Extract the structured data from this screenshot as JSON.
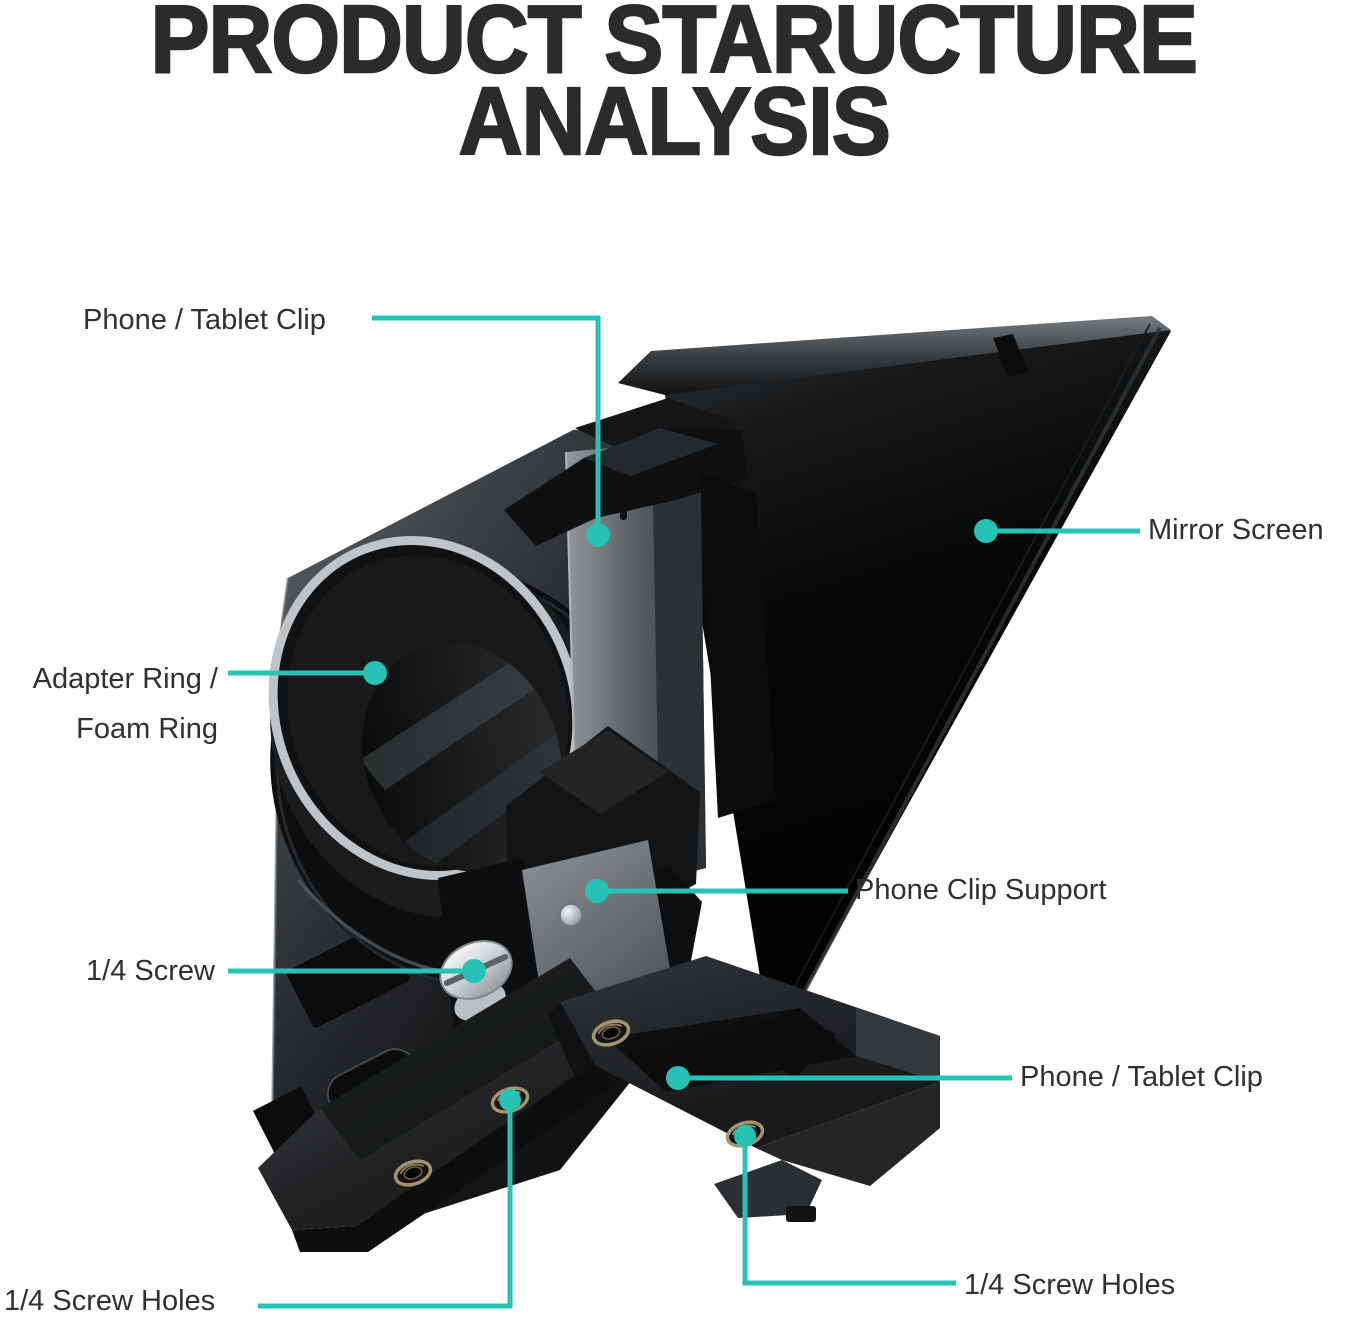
{
  "title": {
    "line1": "PRODUCT STARUCTURE",
    "line2": "ANALYSIS"
  },
  "colors": {
    "accent": "#26C2B6",
    "title_text": "#2b2b2b",
    "label_text": "#303030",
    "background": "#ffffff"
  },
  "labels": {
    "phone_tablet_clip_top": "Phone / Tablet Clip",
    "mirror_screen": "Mirror Screen",
    "adapter_ring_line1": "Adapter Ring /",
    "adapter_ring_line2": "Foam Ring",
    "phone_clip_support": "Phone Clip Support",
    "quarter_screw": "1/4 Screw",
    "phone_tablet_clip_bottom": "Phone / Tablet Clip",
    "screw_holes_right": "1/4 Screw Holes",
    "screw_holes_left": "1/4 Screw Holes"
  }
}
